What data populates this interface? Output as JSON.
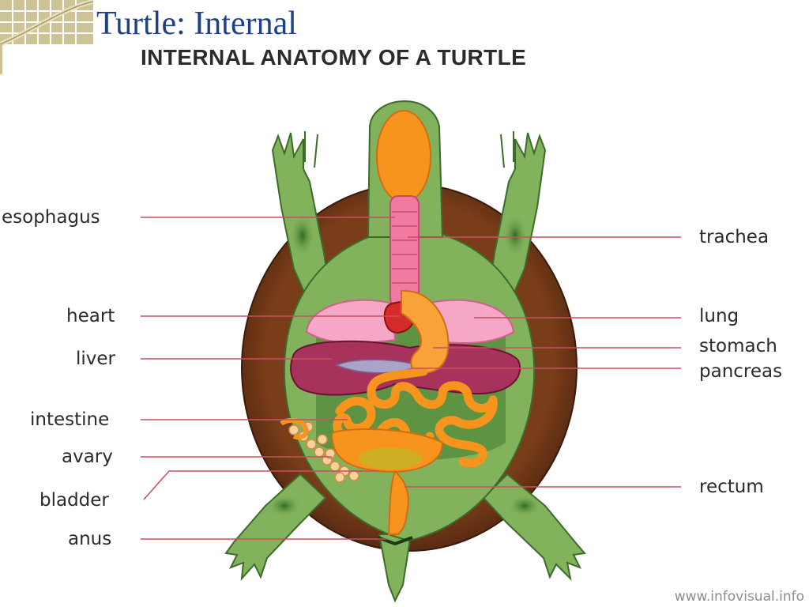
{
  "slide": {
    "title": "Turtle: Internal"
  },
  "diagram": {
    "heading": "INTERNAL ANATOMY OF A TURTLE",
    "labels_left": [
      "esophagus",
      "heart",
      "liver",
      "intestine",
      "avary",
      "bladder",
      "anus"
    ],
    "labels_right": [
      "trachea",
      "lung",
      "stomach",
      "pancreas",
      "rectum"
    ],
    "watermark": "www.infovisual.info"
  },
  "colors": {
    "title": "#1f3f86",
    "shell": "#6b3516",
    "body": "#82b25c",
    "leader_line": "#c85060",
    "organ_orange": "#f7941d",
    "lung": "#f294b8",
    "liver": "#9e2a52"
  }
}
